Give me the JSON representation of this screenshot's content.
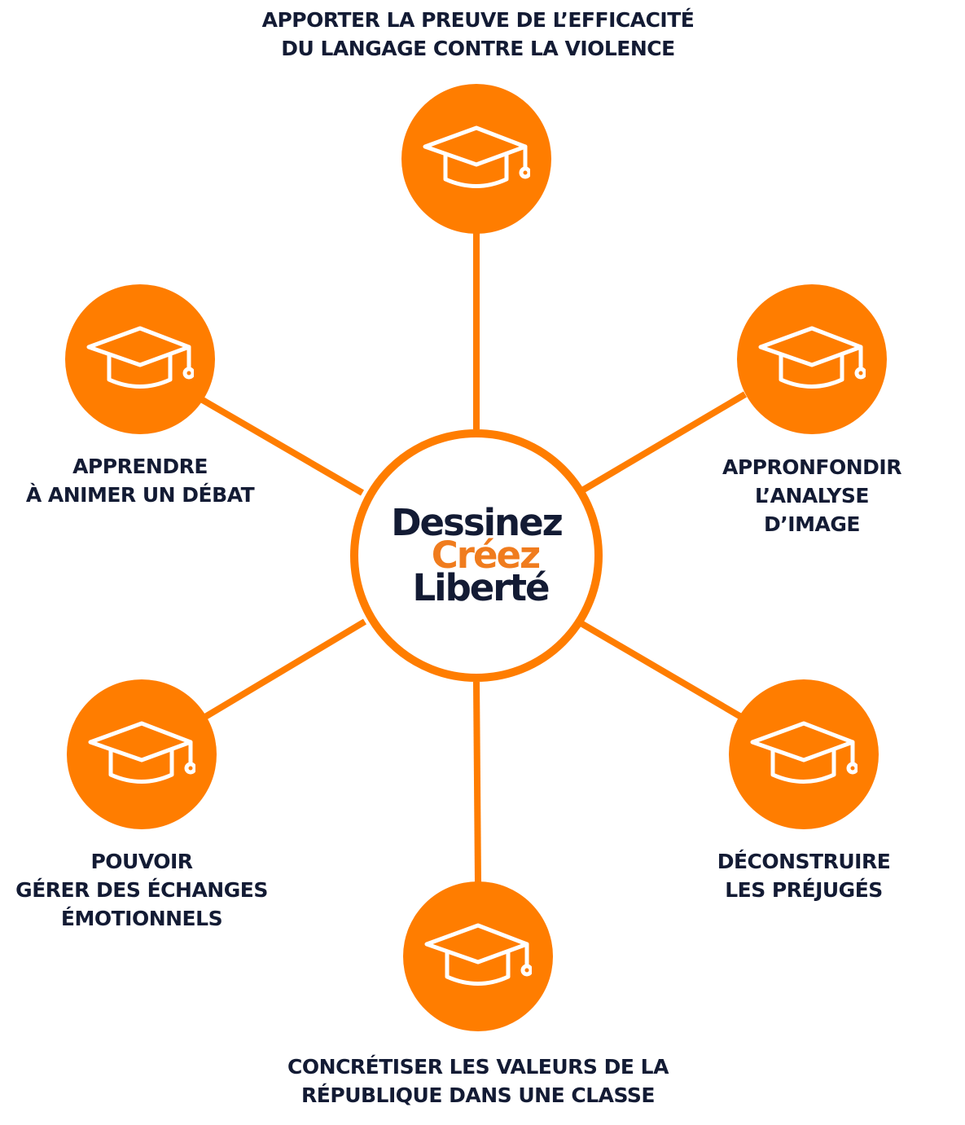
{
  "hub": {
    "logo_line1": "Dessinez",
    "logo_line2": "Créez",
    "logo_line3": "Liberté"
  },
  "nodes": [
    {
      "label": "APPORTER LA PREUVE DE L’EFFICACITÉ\nDU LANGAGE CONTRE LA VIOLENCE",
      "icon": "graduation-cap-icon"
    },
    {
      "label": "APPRENDRE\nÀ ANIMER UN DÉBAT",
      "icon": "graduation-cap-icon"
    },
    {
      "label": "APPRONFONDIR\nL’ANALYSE D’IMAGE",
      "icon": "graduation-cap-icon"
    },
    {
      "label": "POUVOIR\nGÉRER DES ÉCHANGES\nÉMOTIONNELS",
      "icon": "graduation-cap-icon"
    },
    {
      "label": "DÉCONSTRUIRE\nLES PRÉJUGÉS",
      "icon": "graduation-cap-icon"
    },
    {
      "label": "CONCRÉTISER LES VALEURS DE LA\nRÉPUBLIQUE DANS UNE CLASSE",
      "icon": "graduation-cap-icon"
    }
  ],
  "colors": {
    "accent": "#ff7d00",
    "text": "#131b34",
    "logo_accent": "#f07c1e"
  }
}
